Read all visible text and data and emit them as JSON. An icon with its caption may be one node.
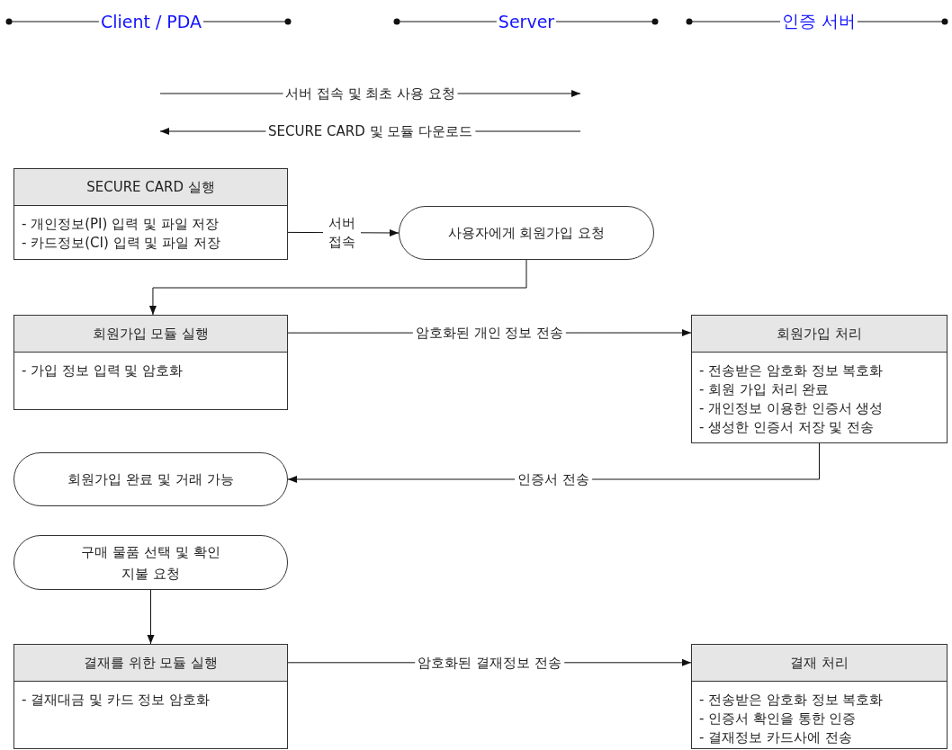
{
  "diagram": {
    "nodes": [
      {
        "text": [
          "SECURE CARD 실행",
          "- 개인정보(PI) 입력 및 파일 저장",
          "- 카드정보(CI) 입력 및 파일 저장"
        ]
      },
      {
        "text": [
          "사용자에게 회원가입 요청"
        ]
      },
      {
        "text": [
          "회원가입 모듈 실행",
          "- 가입 정보 입력 및 암호화"
        ]
      },
      {
        "text": [
          "회원가입 처리",
          "- 전송받은 암호화 정보 복호화",
          "- 회원 가입 처리 완료",
          "- 개인정보 이용한 인증서 생성",
          "- 생성한 인증서 저장 및 전송"
        ]
      },
      {
        "text": [
          "회원가입 완료 및 거래 가능"
        ]
      },
      {
        "text": [
          "구매 물품 선택 및 확인 지불 요청"
        ]
      },
      {
        "text": [
          "결재를 위한 모듈 실행",
          "- 결재대금 및 카드 정보 암호화"
        ]
      },
      {
        "text": [
          "결재 처리",
          "- 전송받은 암호화 정보 복호화",
          "- 인증서 확인을 통한 인증",
          "- 결재정보 카드사에 전송"
        ]
      }
    ],
    "edges": [
      {
        "from": 0,
        "to": 1,
        "arrow": "to",
        "label": "서버 접속"
      },
      {
        "from": 1,
        "to": 2,
        "arrow": "to"
      },
      {
        "from": 2,
        "to": 3,
        "arrow": "to",
        "label": "암호화된 개인 정보 전송"
      },
      {
        "from": 3,
        "to": 4,
        "arrow": "to",
        "label": "인증서 전송"
      },
      {
        "from": 5,
        "to": 6,
        "arrow": "to"
      },
      {
        "from": 6,
        "to": 7,
        "arrow": "to",
        "label": "암호화된 결재정보 전송"
      }
    ],
    "labels": [
      "Client / PDA",
      "Server",
      "인증 서버",
      "서버 접속 및 최초 사용 요청",
      "SECURE CARD 및 모듈 다운로드"
    ]
  }
}
